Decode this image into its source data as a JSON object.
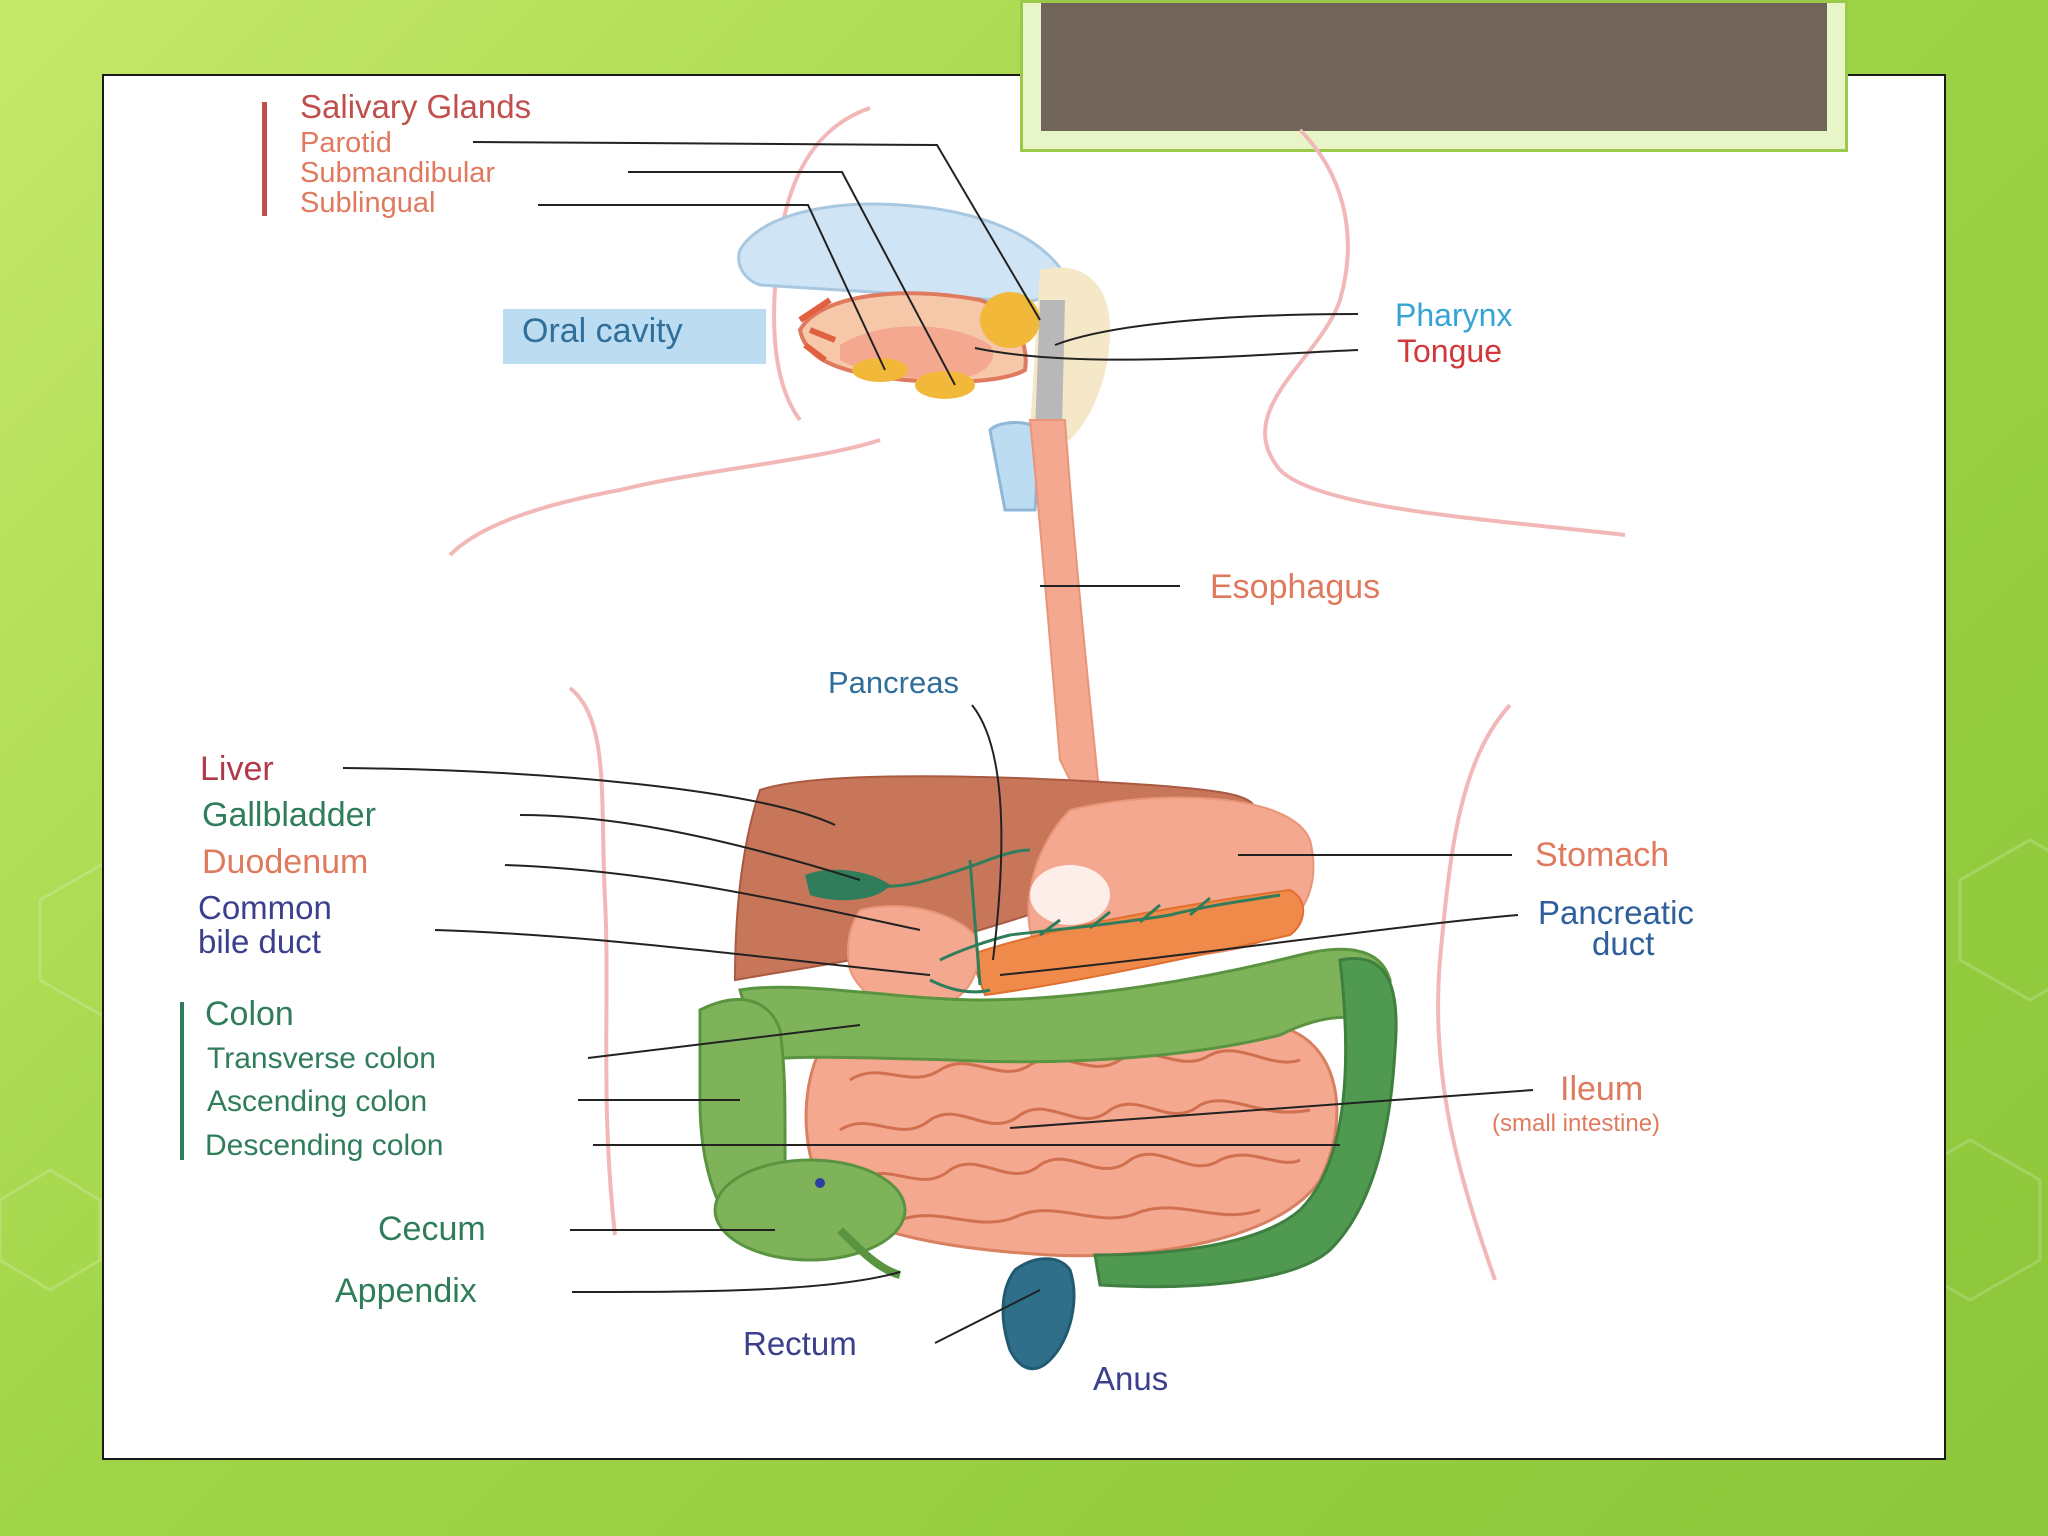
{
  "colors": {
    "background_green": "#9fd447",
    "title_box_fill": "#716459",
    "salivary": "#c0504d",
    "salivary_sub": "#e07a5f",
    "oral_cavity_bg": "#bcdcf2",
    "oral_cavity_text": "#2f6f9a",
    "pharynx": "#34a4d4",
    "tongue": "#d0383b",
    "esophagus": "#e07a5f",
    "pancreas": "#2f6f9a",
    "liver": "#b03a48",
    "gallbladder": "#2f7d5b",
    "duodenum": "#e07a5f",
    "bile_duct": "#3b3f8c",
    "colon": "#2f7d5b",
    "stomach": "#e07a5f",
    "pancreatic_duct": "#2f5f9a",
    "ileum": "#e07a5f",
    "rectum": "#3b3f8c",
    "anus": "#3b3f8c"
  },
  "labels": {
    "salivary_glands": "Salivary Glands",
    "parotid": "Parotid",
    "submandibular": "Submandibular",
    "sublingual": "Sublingual",
    "oral_cavity": "Oral cavity",
    "pharynx": "Pharynx",
    "tongue": "Tongue",
    "esophagus": "Esophagus",
    "pancreas": "Pancreas",
    "liver": "Liver",
    "gallbladder": "Gallbladder",
    "duodenum": "Duodenum",
    "common": "Common",
    "bile_duct": "bile duct",
    "colon": "Colon",
    "transverse_colon": "Transverse colon",
    "ascending_colon": "Ascending colon",
    "descending_colon": "Descending colon",
    "cecum": "Cecum",
    "appendix": "Appendix",
    "rectum": "Rectum",
    "anus": "Anus",
    "stomach": "Stomach",
    "pancreatic": "Pancreatic",
    "duct": "duct",
    "ileum": "Ileum",
    "small_intestine": "(small intestine)"
  }
}
